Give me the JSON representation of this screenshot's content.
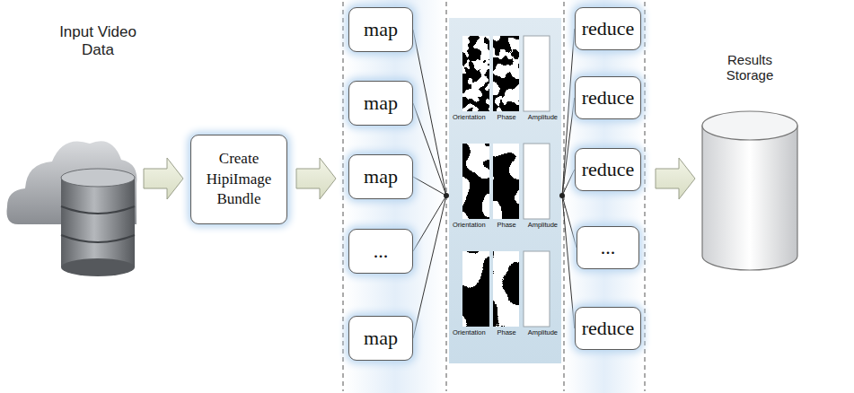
{
  "diagram": {
    "nodes": [
      {
        "text": [
          "Create HipiImage Bundle"
        ]
      },
      {
        "text": [
          "map"
        ]
      },
      {
        "text": [
          "map"
        ]
      },
      {
        "text": [
          "map"
        ]
      },
      {
        "text": [
          "..."
        ]
      },
      {
        "text": [
          "map"
        ]
      },
      {
        "text": [
          "reduce"
        ]
      },
      {
        "text": [
          "reduce"
        ]
      },
      {
        "text": [
          "reduce"
        ]
      },
      {
        "text": [
          "..."
        ]
      },
      {
        "text": [
          "reduce"
        ]
      }
    ],
    "labels": [
      "Input Video Data",
      "Results Storage",
      "Orientation",
      "Phase",
      "Amplitude",
      "Orientation",
      "Phase",
      "Amplitude",
      "Orientation",
      "Phase",
      "Amplitude"
    ]
  }
}
